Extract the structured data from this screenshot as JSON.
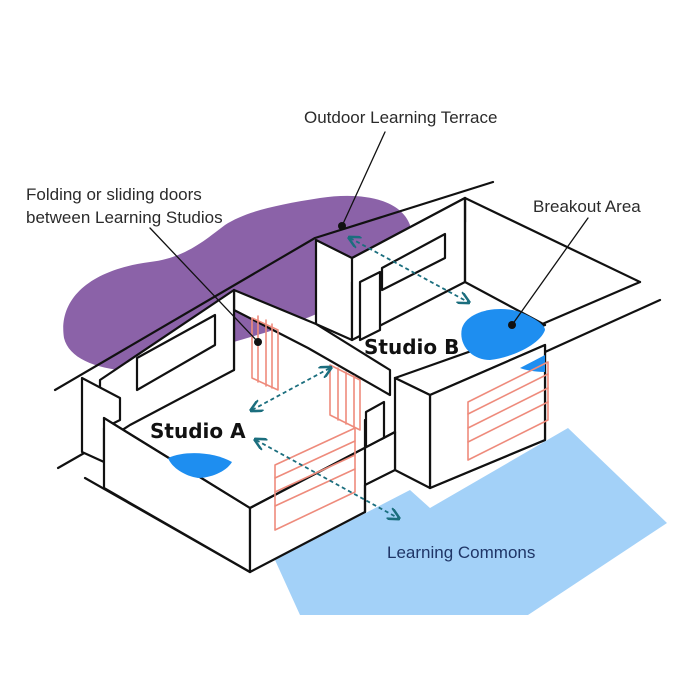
{
  "labels": {
    "outdoor_terrace": "Outdoor Learning Terrace",
    "folding_doors_line1": "Folding or sliding doors",
    "folding_doors_line2": "between Learning Studios",
    "breakout_area": "Breakout Area",
    "studio_a": "Studio A",
    "studio_b": "Studio B",
    "learning_commons": "Learning Commons"
  },
  "colors": {
    "terrace": "#8b62a8",
    "commons": "#a3d1f8",
    "breakout": "#1e8ef0",
    "doors": "#ee8b7c",
    "arrows": "#1b6e7e",
    "ink": "#111111"
  }
}
